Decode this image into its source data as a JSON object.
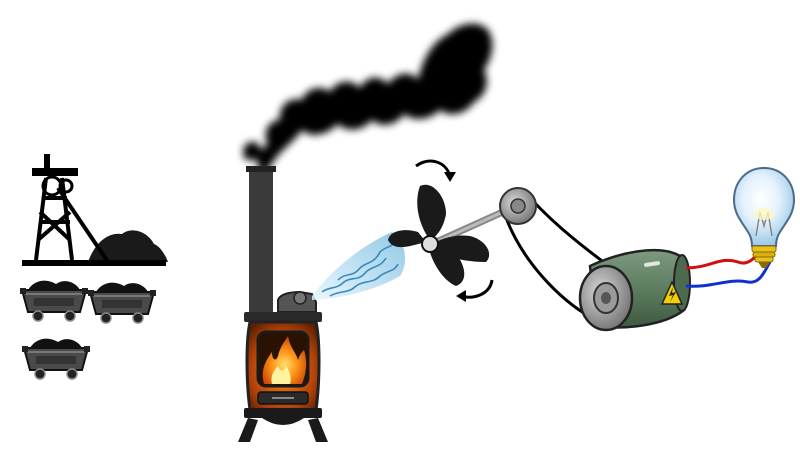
{
  "diagram": {
    "components": [
      {
        "id": "coal-mine",
        "icon": "mine-headframe-icon"
      },
      {
        "id": "coal-carts",
        "icon": "mine-cart-icon",
        "count": 3
      },
      {
        "id": "stove-boiler",
        "icon": "stove-icon"
      },
      {
        "id": "smoke",
        "icon": "smoke-cloud-icon"
      },
      {
        "id": "steam-jet",
        "icon": "steam-icon"
      },
      {
        "id": "turbine",
        "icon": "propeller-icon"
      },
      {
        "id": "belt-drive",
        "icon": "belt-pulley-icon"
      },
      {
        "id": "generator",
        "icon": "generator-icon"
      },
      {
        "id": "warning-sign",
        "icon": "high-voltage-icon"
      },
      {
        "id": "light-bulb",
        "icon": "light-bulb-icon"
      }
    ],
    "colors": {
      "ink": "#000000",
      "stove_body": "#3a3a3a",
      "fire_glow": "#e8701a",
      "flame": "#ffb020",
      "steam": "#a8d8f0",
      "generator_body": "#5f7d62",
      "pulley": "#9a9a9a",
      "wire_positive": "#d01010",
      "wire_negative": "#1030d0",
      "bulb_glass": "#cfe6f7",
      "bulb_base": "#e8c020",
      "warning": "#f5d000"
    }
  }
}
